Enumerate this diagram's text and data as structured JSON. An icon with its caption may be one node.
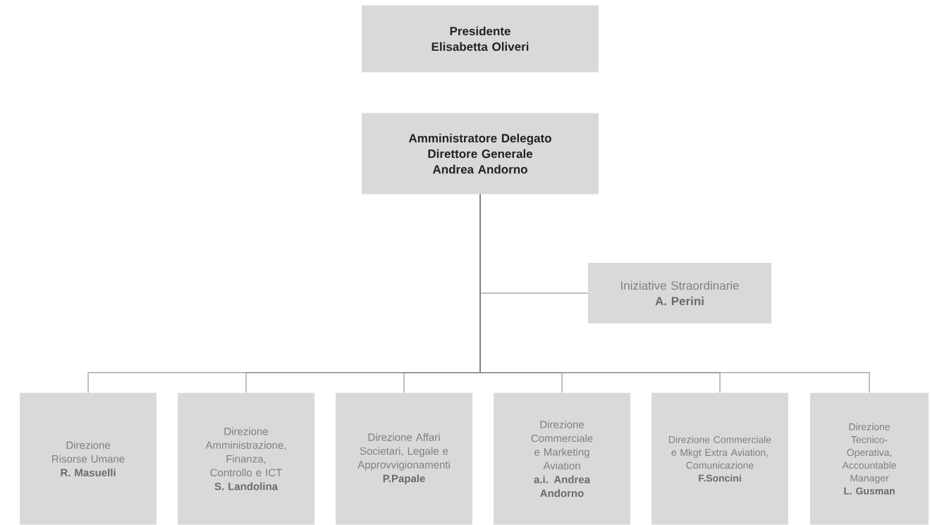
{
  "diagram": {
    "nodes": [
      {
        "text": [
          "Presidente",
          "Elisabetta Oliveri"
        ]
      },
      {
        "text": [
          "Amministratore Delegato",
          "Direttore Generale",
          "Andrea Andorno"
        ]
      },
      {
        "text": [
          "Iniziative Straordinarie",
          "A. Perini"
        ]
      },
      {
        "text": [
          "Direzione Risorse Umane",
          "R. Masuelli"
        ]
      },
      {
        "text": [
          "Direzione Amministrazione, Finanza, Controllo e ICT",
          "S. Landolina"
        ]
      },
      {
        "text": [
          "Direzione Affari Societari, Legale e Approvvigionamenti",
          "P.Papale"
        ]
      },
      {
        "text": [
          "Direzione Commerciale e Marketing Aviation",
          "a.i. Andrea Andorno"
        ]
      },
      {
        "text": [
          "Direzione Commerciale e Mkgt Extra Aviation, Comunicazione",
          "F.Soncini"
        ]
      },
      {
        "text": [
          "Direzione Tecnico-Operativa, Accountable Manager",
          "L. Gusman"
        ]
      }
    ],
    "edges": [
      {
        "from": 1,
        "to": 2,
        "arrow": "none"
      },
      {
        "from": 1,
        "to": 3,
        "arrow": "none"
      },
      {
        "from": 1,
        "to": 4,
        "arrow": "none"
      },
      {
        "from": 1,
        "to": 5,
        "arrow": "none"
      },
      {
        "from": 1,
        "to": 6,
        "arrow": "none"
      },
      {
        "from": 1,
        "to": 7,
        "arrow": "none"
      },
      {
        "from": 1,
        "to": 8,
        "arrow": "none"
      }
    ]
  }
}
